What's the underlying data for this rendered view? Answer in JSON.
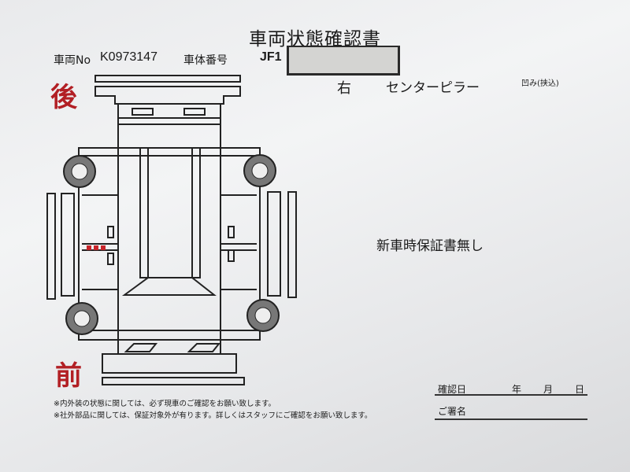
{
  "document": {
    "title": "車両状態確認書",
    "vehicle_no_label": "車両No",
    "vehicle_no": "K0973147",
    "chassis_no_label": "車体番号",
    "chassis_no_prefix": "JF1",
    "rear_label": "後",
    "front_label": "前",
    "damage_side": "右",
    "damage_part": "センターピラー",
    "damage_type": "凹み(挟込)",
    "remark": "新車時保証書無し",
    "notes": [
      "※内外装の状態に関しては、必ず現車のご確認をお願い致します。",
      "※社外部品に関しては、保証対象外が有ります。詳しくはスタッフにご確認をお願い致します。"
    ],
    "confirm_date_label": "確認日",
    "year_label": "年",
    "month_label": "月",
    "day_label": "日",
    "signature_label": "ご署名"
  },
  "colors": {
    "accent_red": "#b21f24",
    "damage_mark": "#c8242a"
  }
}
